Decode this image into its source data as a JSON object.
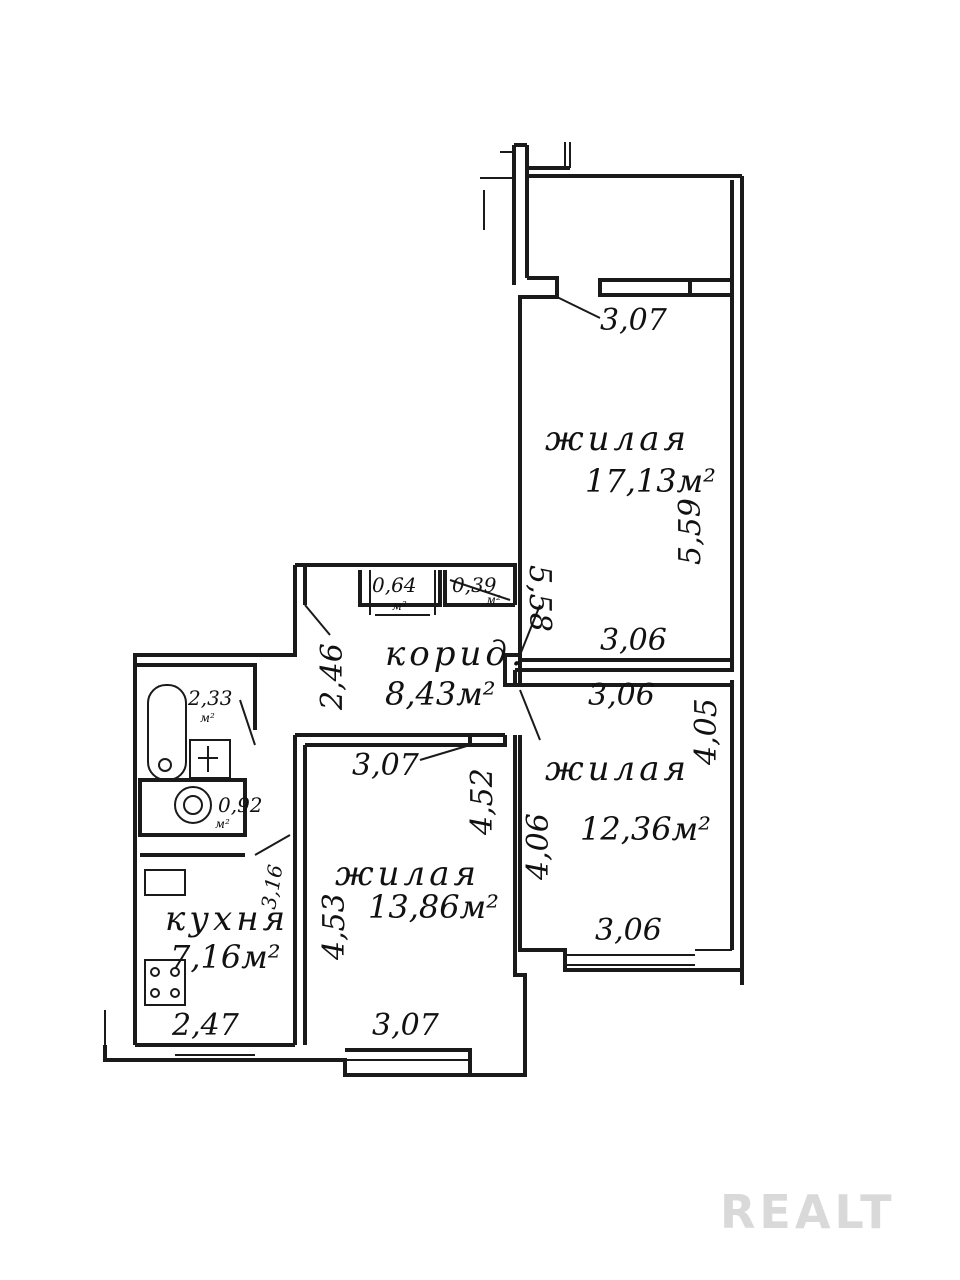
{
  "rooms": {
    "living_top": {
      "name": "жилая",
      "area": "17,13м²"
    },
    "corridor": {
      "name": "корид.",
      "area": "8,43м²"
    },
    "living_right": {
      "name": "жилая",
      "area": "12,36м²"
    },
    "living_mid": {
      "name": "жилая",
      "area": "13,86м²"
    },
    "kitchen": {
      "name": "кухня",
      "area": "7,16м²"
    },
    "closet_a": {
      "value": "0,64",
      "unit": "м²"
    },
    "closet_b": {
      "value": "0,39",
      "unit": "м²"
    },
    "bathroom": {
      "value": "2,33",
      "unit": "м²"
    },
    "toilet": {
      "value": "0,92",
      "unit": "м²"
    }
  },
  "dimensions": {
    "balcony_door_width": "3,07",
    "top_room_left": "5,58",
    "top_room_right": "5,59",
    "top_room_bottom": "3,06",
    "right_room_top": "3,06",
    "right_room_right": "4,05",
    "right_room_left": "4,06",
    "right_room_bottom": "3,06",
    "corridor_left": "2,46",
    "mid_room_top": "3,07",
    "mid_room_right": "4,52",
    "mid_room_left": "4,53",
    "mid_room_bottom": "3,07",
    "kitchen_side": "3,16",
    "kitchen_bottom": "2,47"
  },
  "watermark": "REALT"
}
